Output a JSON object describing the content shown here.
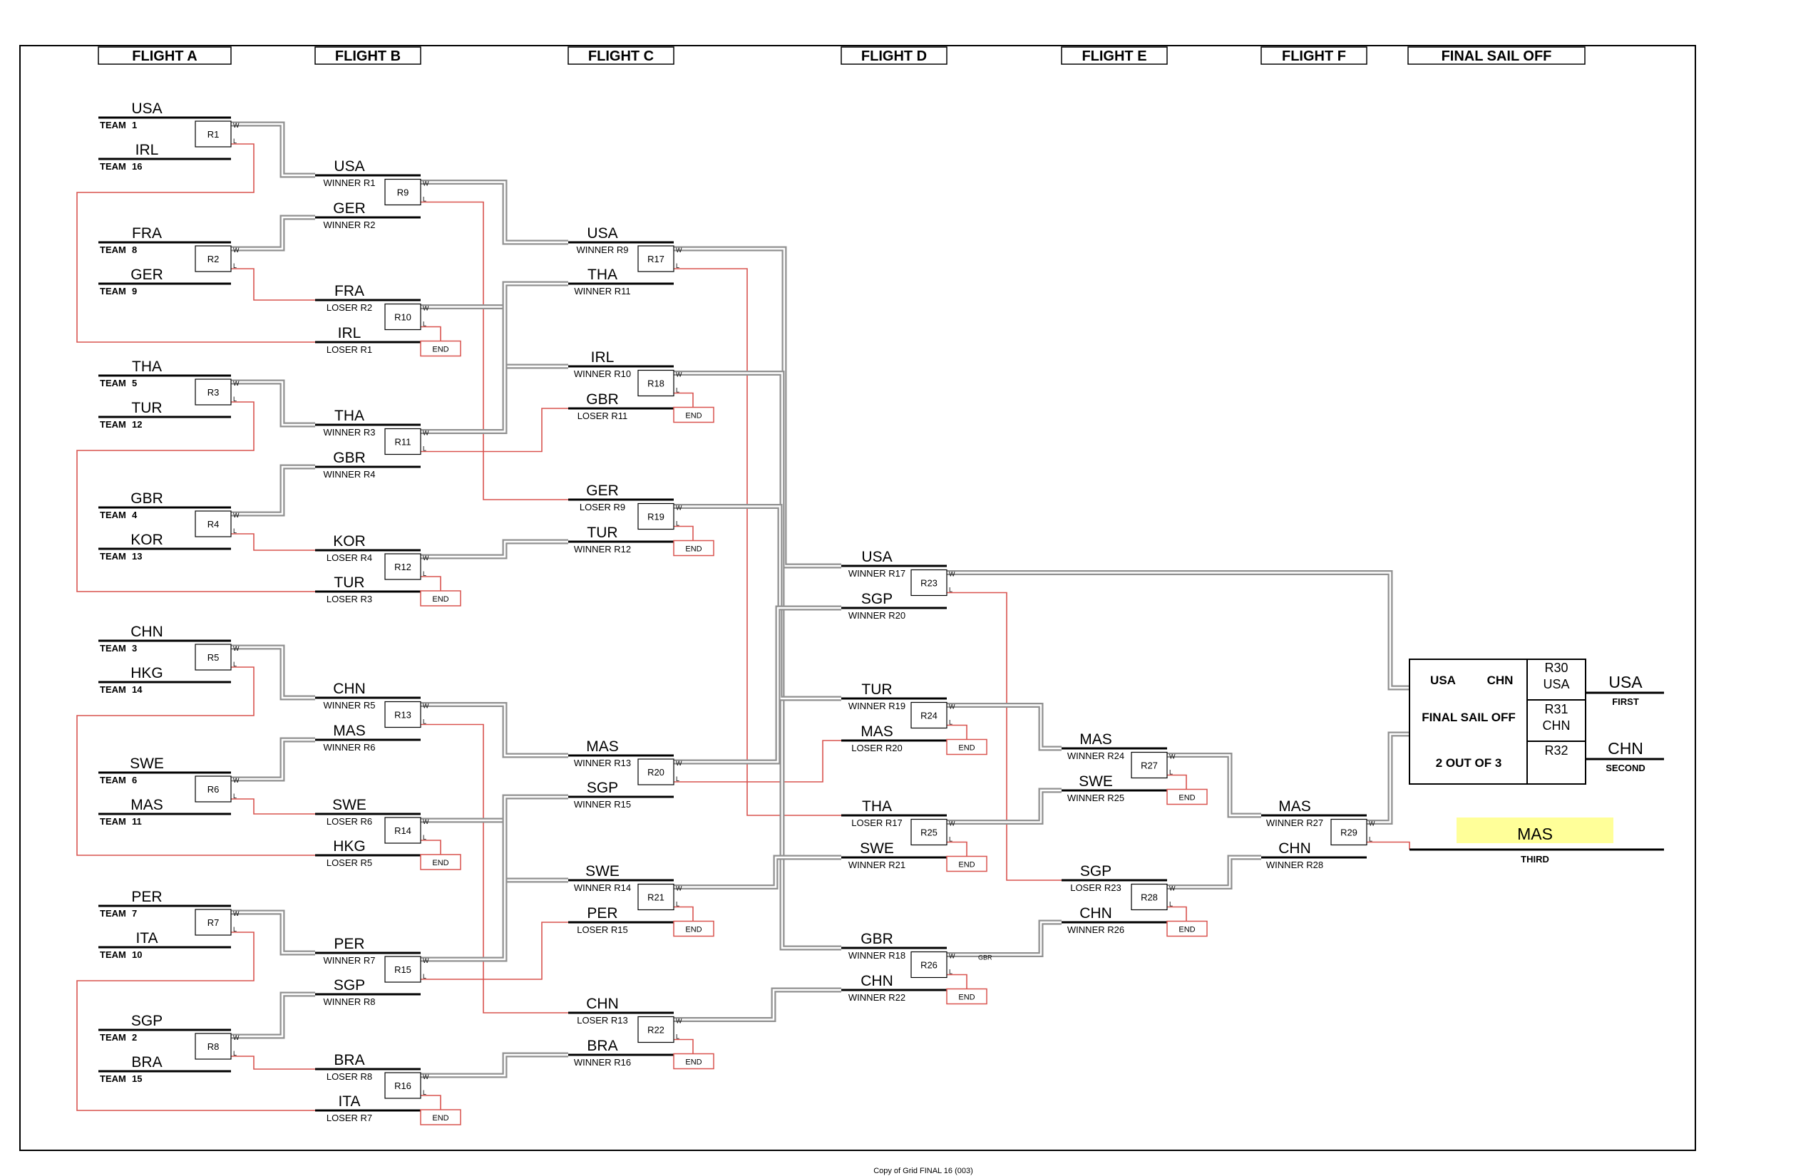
{
  "headers": [
    "FLIGHT A",
    "FLIGHT B",
    "FLIGHT C",
    "FLIGHT D",
    "FLIGHT E",
    "FLIGHT F",
    "FINAL SAIL OFF"
  ],
  "flight_a": [
    {
      "name": "USA",
      "tag": "TEAM",
      "num": "1"
    },
    {
      "name": "IRL",
      "tag": "TEAM",
      "num": "16"
    },
    {
      "name": "FRA",
      "tag": "TEAM",
      "num": "8"
    },
    {
      "name": "GER",
      "tag": "TEAM",
      "num": "9"
    },
    {
      "name": "THA",
      "tag": "TEAM",
      "num": "5"
    },
    {
      "name": "TUR",
      "tag": "TEAM",
      "num": "12"
    },
    {
      "name": "GBR",
      "tag": "TEAM",
      "num": "4"
    },
    {
      "name": "KOR",
      "tag": "TEAM",
      "num": "13"
    },
    {
      "name": "CHN",
      "tag": "TEAM",
      "num": "3"
    },
    {
      "name": "HKG",
      "tag": "TEAM",
      "num": "14"
    },
    {
      "name": "SWE",
      "tag": "TEAM",
      "num": "6"
    },
    {
      "name": "MAS",
      "tag": "TEAM",
      "num": "11"
    },
    {
      "name": "PER",
      "tag": "TEAM",
      "num": "7"
    },
    {
      "name": "ITA",
      "tag": "TEAM",
      "num": "10"
    },
    {
      "name": "SGP",
      "tag": "TEAM",
      "num": "2"
    },
    {
      "name": "BRA",
      "tag": "TEAM",
      "num": "15"
    }
  ],
  "flight_b": [
    {
      "name": "USA",
      "sub": "WINNER R1"
    },
    {
      "name": "GER",
      "sub": "WINNER R2"
    },
    {
      "name": "FRA",
      "sub": "LOSER R2"
    },
    {
      "name": "IRL",
      "sub": "LOSER R1"
    },
    {
      "name": "THA",
      "sub": "WINNER R3"
    },
    {
      "name": "GBR",
      "sub": "WINNER R4"
    },
    {
      "name": "KOR",
      "sub": "LOSER R4"
    },
    {
      "name": "TUR",
      "sub": "LOSER R3"
    },
    {
      "name": "CHN",
      "sub": "WINNER R5"
    },
    {
      "name": "MAS",
      "sub": "WINNER R6"
    },
    {
      "name": "SWE",
      "sub": "LOSER R6"
    },
    {
      "name": "HKG",
      "sub": "LOSER R5"
    },
    {
      "name": "PER",
      "sub": "WINNER R7"
    },
    {
      "name": "SGP",
      "sub": "WINNER R8"
    },
    {
      "name": "BRA",
      "sub": "LOSER R8"
    },
    {
      "name": "ITA",
      "sub": "LOSER R7"
    }
  ],
  "flight_c": [
    {
      "name": "USA",
      "sub": "WINNER R9"
    },
    {
      "name": "THA",
      "sub": "WINNER R11"
    },
    {
      "name": "IRL",
      "sub": "WINNER R10"
    },
    {
      "name": "GBR",
      "sub": "LOSER R11"
    },
    {
      "name": "GER",
      "sub": "LOSER R9"
    },
    {
      "name": "TUR",
      "sub": "WINNER R12"
    },
    {
      "name": "MAS",
      "sub": "WINNER R13"
    },
    {
      "name": "SGP",
      "sub": "WINNER R15"
    },
    {
      "name": "SWE",
      "sub": "WINNER R14"
    },
    {
      "name": "PER",
      "sub": "LOSER R15"
    },
    {
      "name": "CHN",
      "sub": "LOSER R13"
    },
    {
      "name": "BRA",
      "sub": "WINNER R16"
    }
  ],
  "flight_d": [
    {
      "name": "USA",
      "sub": "WINNER R17"
    },
    {
      "name": "SGP",
      "sub": "WINNER R20"
    },
    {
      "name": "TUR",
      "sub": "WINNER R19"
    },
    {
      "name": "MAS",
      "sub": "LOSER R20"
    },
    {
      "name": "THA",
      "sub": "LOSER R17"
    },
    {
      "name": "SWE",
      "sub": "WINNER R21"
    },
    {
      "name": "GBR",
      "sub": "WINNER R18"
    },
    {
      "name": "CHN",
      "sub": "WINNER R22"
    }
  ],
  "flight_e": [
    {
      "name": "MAS",
      "sub": "WINNER R24"
    },
    {
      "name": "SWE",
      "sub": "WINNER R25"
    },
    {
      "name": "SGP",
      "sub": "LOSER R23"
    },
    {
      "name": "CHN",
      "sub": "WINNER R26"
    }
  ],
  "flight_f": [
    {
      "name": "MAS",
      "sub": "WINNER R27"
    },
    {
      "name": "CHN",
      "sub": "WINNER R28"
    }
  ],
  "races_a": [
    "R1",
    "R2",
    "R3",
    "R4",
    "R5",
    "R6",
    "R7",
    "R8"
  ],
  "races_b": [
    "R9",
    "R10",
    "R11",
    "R12",
    "R13",
    "R14",
    "R15",
    "R16"
  ],
  "races_c": [
    "R17",
    "R18",
    "R19",
    "R20",
    "R21",
    "R22"
  ],
  "races_d": [
    "R23",
    "R24",
    "R25",
    "R26"
  ],
  "races_e": [
    "R27",
    "R28"
  ],
  "races_f": [
    "R29"
  ],
  "w_letter": "W",
  "l_letter": "L",
  "end_label": "END",
  "r26_winner": "GBR",
  "final": {
    "team_left": "USA",
    "team_right": "CHN",
    "title": "FINAL SAIL OFF",
    "format": "2 OUT OF 3",
    "races": [
      {
        "race": "R30",
        "winner": "USA"
      },
      {
        "race": "R31",
        "winner": "CHN"
      },
      {
        "race": "R32",
        "winner": ""
      }
    ]
  },
  "placings": {
    "first": {
      "name": "USA",
      "label": "FIRST"
    },
    "second": {
      "name": "CHN",
      "label": "SECOND"
    },
    "third": {
      "name": "MAS",
      "label": "THIRD"
    }
  },
  "footer": "Copy of Grid FINAL 16 (003)",
  "colors": {
    "advance": "#909090",
    "elimination": "#d9534f",
    "third_highlight": "#ffff99"
  }
}
